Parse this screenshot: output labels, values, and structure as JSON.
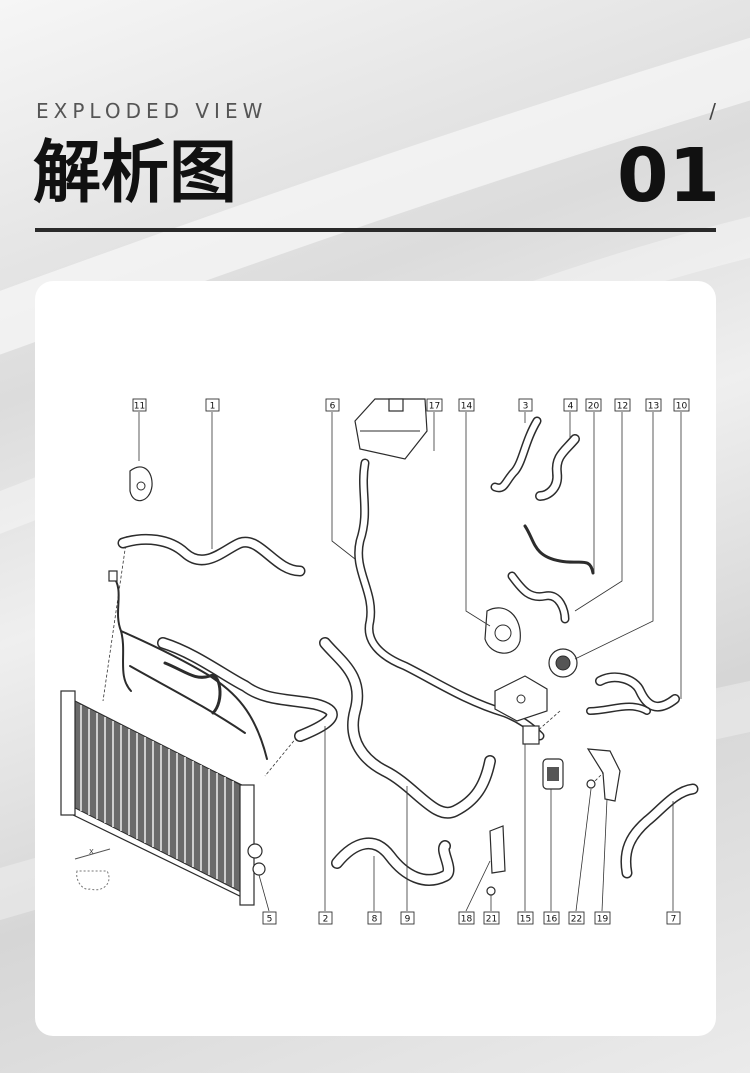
{
  "header": {
    "subtitle": "EXPLODED VIEW",
    "slash": "/",
    "title": "解析图",
    "number": "01"
  },
  "colors": {
    "background": "#e4e4e4",
    "card": "#ffffff",
    "text": "#111111",
    "rule": "#2a2a2a",
    "line_art": "#2c2c2c"
  },
  "diagram": {
    "callouts": {
      "c1": "1",
      "c2": "2",
      "c3": "3",
      "c4": "4",
      "c5": "5",
      "c6": "6",
      "c7": "7",
      "c8": "8",
      "c9": "9",
      "c10": "10",
      "c11": "11",
      "c12": "12",
      "c13": "13",
      "c14": "14",
      "c15": "15",
      "c16": "16",
      "c17": "17",
      "c18": "18",
      "c19": "19",
      "c20": "20",
      "c21": "21",
      "c22": "22"
    },
    "axis_label": "X"
  }
}
